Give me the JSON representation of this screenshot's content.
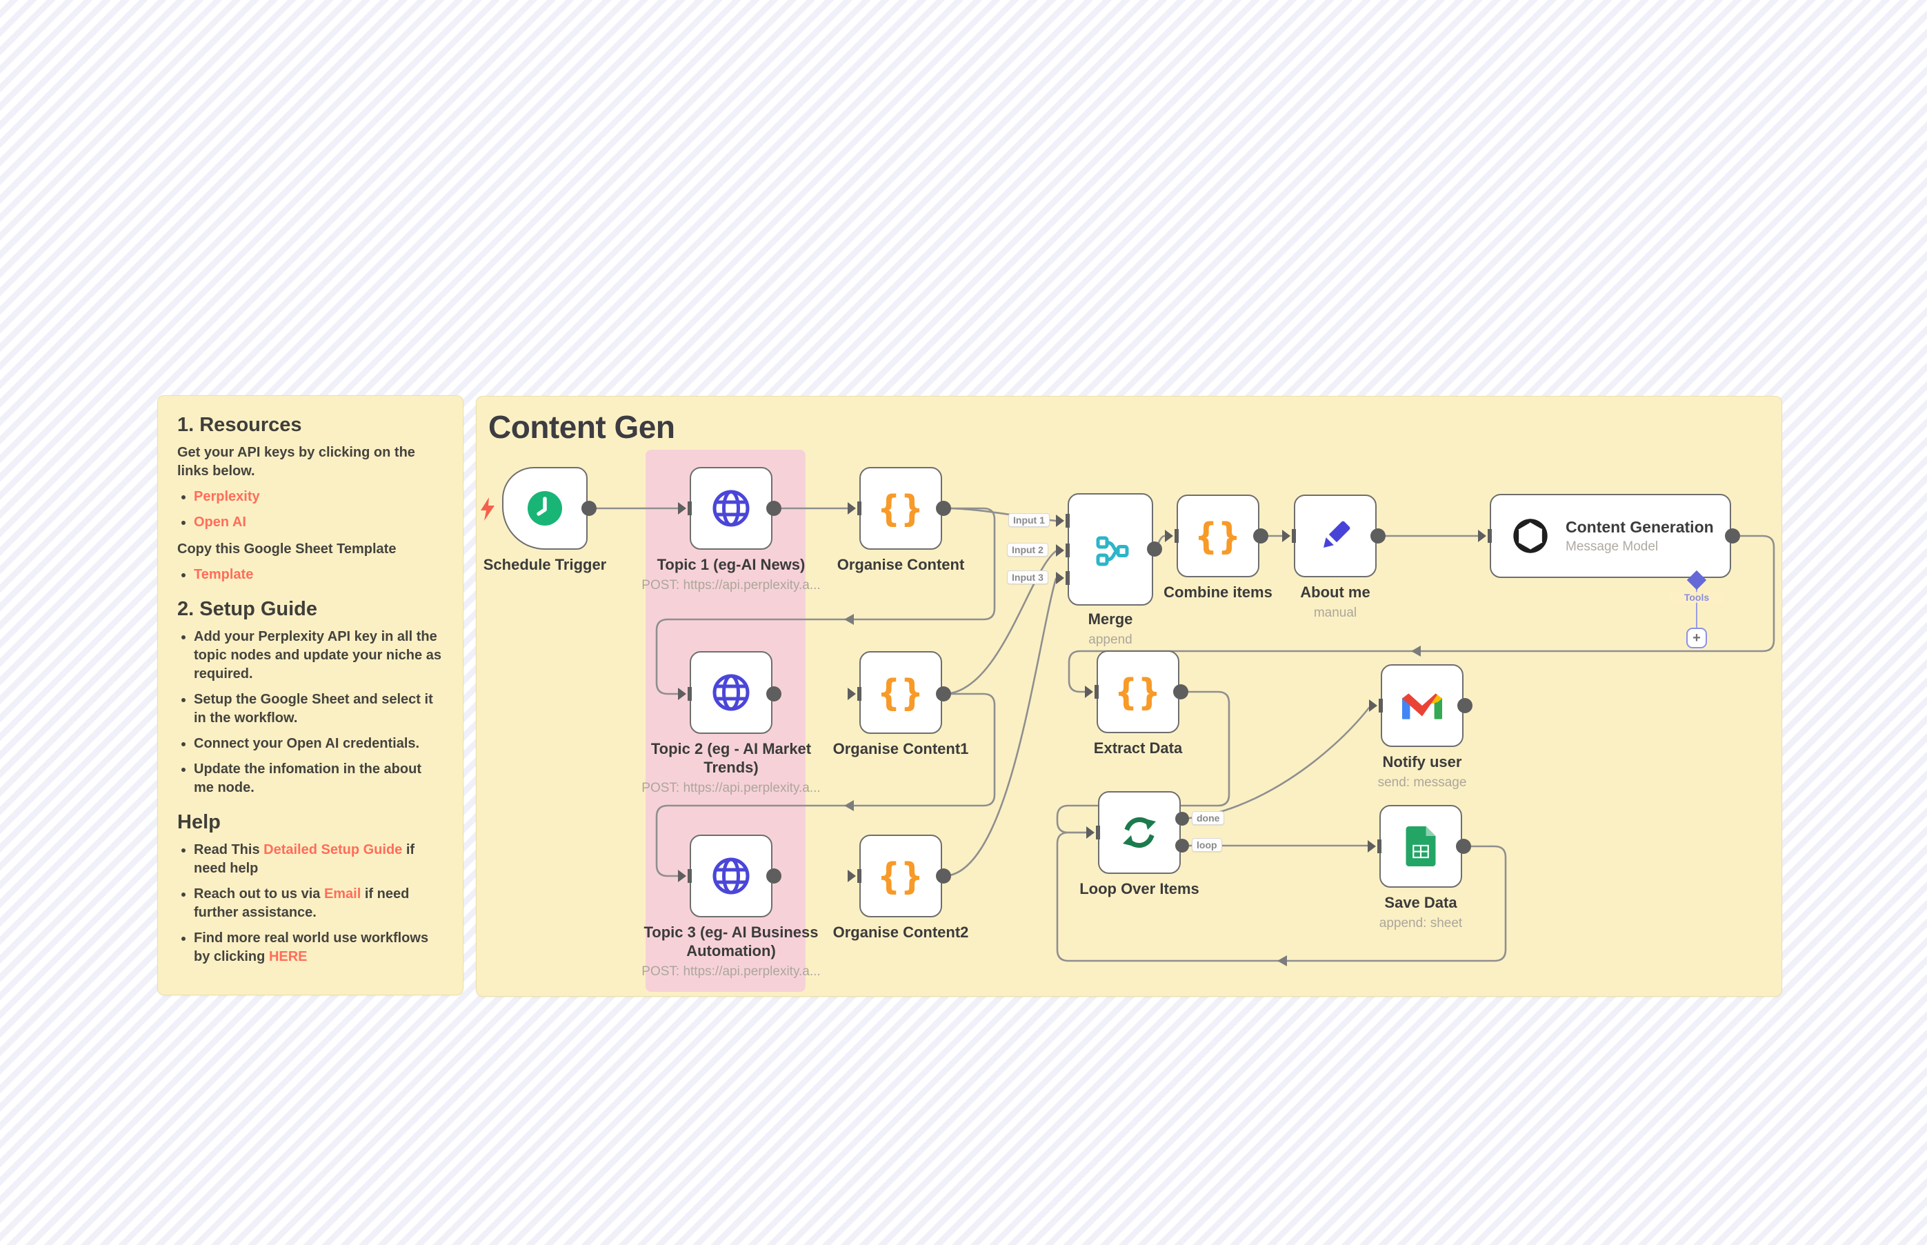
{
  "sidebar": {
    "resources_heading": "1. Resources",
    "resources_intro": "Get your API keys by clicking on the links below.",
    "resource_links": [
      "Perplexity",
      "Open AI"
    ],
    "copy_text": "Copy this Google Sheet Template",
    "template_link": "Template",
    "setup_heading": "2. Setup Guide",
    "setup_items": [
      "Add your Perplexity API key in all the topic nodes and update your niche as required.",
      "Setup the Google Sheet and select it in the workflow.",
      "Connect your Open AI credentials.",
      "Update the infomation in the about me node."
    ],
    "help_heading": "Help",
    "help_items": [
      {
        "pre": "Read This ",
        "link": "Detailed Setup Guide",
        "post": " if need help"
      },
      {
        "pre": "Reach out to us via ",
        "link": "Email",
        "post": " if need further assistance."
      },
      {
        "pre": "Find more real world use workflows by clicking ",
        "link": "HERE",
        "post": ""
      }
    ]
  },
  "workflow": {
    "title": "Content Gen",
    "nodes": {
      "schedule": {
        "label": "Schedule Trigger",
        "icon": "clock-icon"
      },
      "topic1": {
        "label": "Topic 1 (eg-AI News)",
        "subtitle": "POST: https://api.perplexity.a...",
        "icon": "globe-icon"
      },
      "organise_content": {
        "label": "Organise Content",
        "icon": "braces-icon"
      },
      "merge": {
        "label": "Merge",
        "subtitle": "append",
        "icon": "merge-icon",
        "inputs": [
          "Input 1",
          "Input 2",
          "Input 3"
        ]
      },
      "combine_items": {
        "label": "Combine items",
        "icon": "braces-icon"
      },
      "about_me": {
        "label": "About me",
        "subtitle": "manual",
        "icon": "pencil-icon"
      },
      "content_generation": {
        "label": "Content Generation",
        "subtitle": "Message Model",
        "icon": "openai-icon",
        "tools_label": "Tools",
        "plus_label": "+"
      },
      "topic2": {
        "label": "Topic 2 (eg - AI Market Trends)",
        "subtitle": "POST: https://api.perplexity.a...",
        "icon": "globe-icon"
      },
      "organise_content1": {
        "label": "Organise Content1",
        "icon": "braces-icon"
      },
      "extract_data": {
        "label": "Extract Data",
        "icon": "braces-icon"
      },
      "notify_user": {
        "label": "Notify user",
        "subtitle": "send: message",
        "icon": "gmail-icon"
      },
      "topic3": {
        "label": "Topic 3 (eg- AI Business Automation)",
        "subtitle": "POST: https://api.perplexity.a...",
        "icon": "globe-icon"
      },
      "organise_content2": {
        "label": "Organise Content2",
        "icon": "braces-icon"
      },
      "loop_over_items": {
        "label": "Loop Over Items",
        "icon": "loop-icon",
        "outputs": [
          "done",
          "loop"
        ]
      },
      "save_data": {
        "label": "Save Data",
        "subtitle": "append: sheet",
        "icon": "sheets-icon"
      }
    },
    "colors": {
      "sticky_yellow": "#fbf0c4",
      "highlight_pink": "#f6d2d8",
      "connection_gray": "#8f8f8f",
      "node_border": "#6e6e6e",
      "accent_red_link": "#ff6d5a",
      "trigger_green": "#19b576",
      "globe_indigo": "#4a46d8",
      "braces_orange": "#f79a28",
      "merge_teal": "#2cb5c8",
      "pencil_indigo": "#4743d8",
      "loop_green": "#1b7b4d",
      "tools_lavender": "#8d90e5"
    }
  }
}
